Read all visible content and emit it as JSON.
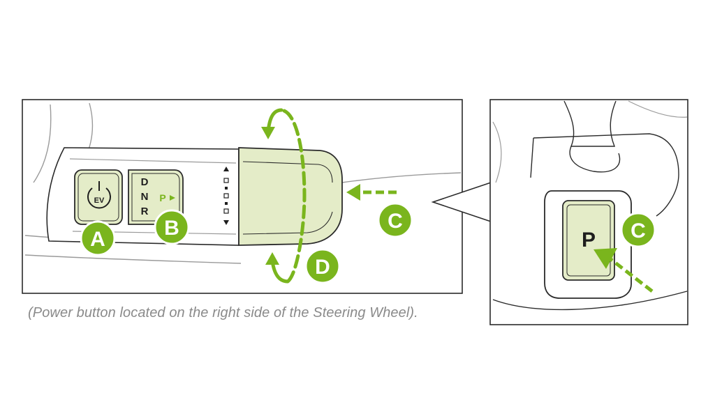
{
  "caption": "(Power button located on the right side of the Steering Wheel).",
  "colors": {
    "accent": "#7ab51d",
    "highlight": "#e4ecc8",
    "line": "#2a2a2a",
    "line_light": "#9a9a9a"
  },
  "power_button": {
    "label": "EV"
  },
  "shifter": {
    "positions": [
      "D",
      "N",
      "R"
    ],
    "park_indicator": "P"
  },
  "park_button": {
    "label": "P"
  },
  "callouts": {
    "a": "A",
    "b": "B",
    "c_left": "C",
    "d": "D",
    "c_right": "C"
  }
}
